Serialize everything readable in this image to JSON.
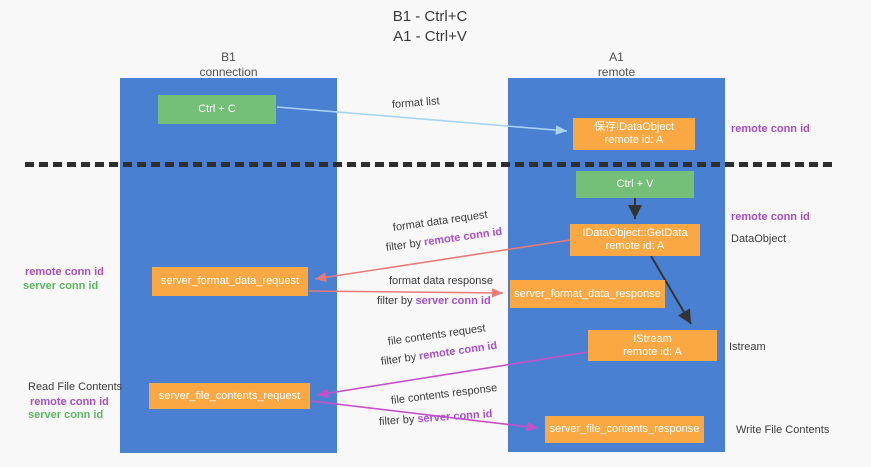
{
  "title": {
    "line1": "B1 - Ctrl+C",
    "line2": "A1 - Ctrl+V"
  },
  "columns": {
    "left": {
      "name": "B1",
      "subtitle": "connection"
    },
    "right": {
      "name": "A1",
      "subtitle": "remote"
    }
  },
  "nodes": {
    "ctrl_c": "Ctrl + C",
    "ctrl_v": "Ctrl + V",
    "save_idataobject": {
      "line1": "保存IDataObject",
      "line2": "remote id: A"
    },
    "getdata": {
      "line1": "IDataObject::GetData",
      "line2": "remote id: A"
    },
    "istream": {
      "line1": "IStream",
      "line2": "remote id: A"
    },
    "server_format_data_request": "server_format_data_request",
    "server_format_data_response": "server_format_data_response",
    "server_file_contents_request": "server_file_contents_request",
    "server_file_contents_response": "server_file_contents_response"
  },
  "edge_labels": {
    "format_list": "format list",
    "format_data_request": "format data request",
    "format_data_response": "format data response",
    "file_contents_request": "file contents request",
    "file_contents_response": "file contents response",
    "filter_by": "filter by",
    "remote_conn_id": "remote conn id",
    "server_conn_id": "server conn id"
  },
  "side_labels": {
    "remote_conn_id": "remote conn id",
    "server_conn_id": "server conn id",
    "data_object": "DataObject",
    "istream": "Istream",
    "read_file_contents": "Read File Contents",
    "write_file_contents": "Write File Contents"
  },
  "colors": {
    "column_blue": "#4a80d2",
    "box_orange": "#f9a843",
    "box_green": "#74c078",
    "arrow_light_blue": "#a8d4f2",
    "arrow_black": "#333333",
    "arrow_salmon": "#e87a78",
    "arrow_magenta": "#c84fc8",
    "text_purple": "#a74fc6",
    "text_green": "#5cb860",
    "filter_purple": "#a94fd2"
  }
}
